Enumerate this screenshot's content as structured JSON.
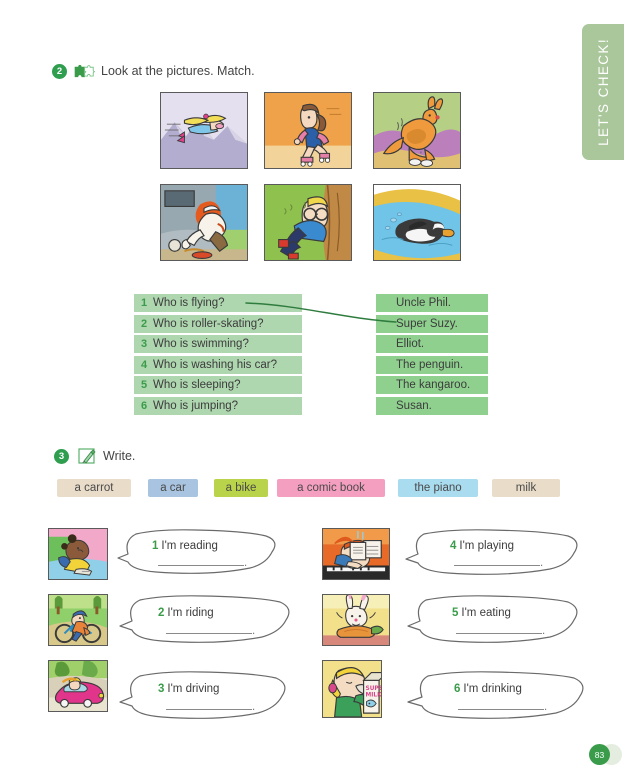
{
  "side_tab": {
    "label": "LET'S CHECK!",
    "color": "#a9c79a"
  },
  "page": {
    "number": "83",
    "badge_color": "#3a9c4a"
  },
  "exercise2": {
    "number": "2",
    "icon": "puzzle-piece-icon",
    "title": "Look at the pictures. Match.",
    "pictures": [
      {
        "name": "super-suzy-flying",
        "alt": "Superhero girl flying over mountains"
      },
      {
        "name": "girl-roller-skating",
        "alt": "Girl roller-skating"
      },
      {
        "name": "kangaroo-jumping",
        "alt": "Kangaroo jumping"
      },
      {
        "name": "man-washing-car",
        "alt": "Man washing his car"
      },
      {
        "name": "boy-sleeping",
        "alt": "Boy sleeping against a tree"
      },
      {
        "name": "penguin-swimming",
        "alt": "Penguin swimming in water"
      }
    ],
    "questions": [
      {
        "num": "1",
        "text": "Who is flying?"
      },
      {
        "num": "2",
        "text": "Who is roller-skating?"
      },
      {
        "num": "3",
        "text": "Who is swimming?"
      },
      {
        "num": "4",
        "text": "Who is washing his car?"
      },
      {
        "num": "5",
        "text": "Who is sleeping?"
      },
      {
        "num": "6",
        "text": "Who is jumping?"
      }
    ],
    "answers": [
      {
        "text": "Uncle Phil."
      },
      {
        "text": "Super Suzy."
      },
      {
        "text": "Elliot."
      },
      {
        "text": "The penguin."
      },
      {
        "text": "The kangaroo."
      },
      {
        "text": "Susan."
      }
    ],
    "drawn_match": {
      "from_question": "1",
      "to_answer": "Super Suzy.",
      "line_color": "#2f7d3e"
    }
  },
  "exercise3": {
    "number": "3",
    "icon": "pencil-write-icon",
    "title": "Write.",
    "word_bank": [
      {
        "label": "a carrot",
        "color": "#e9ddc9"
      },
      {
        "label": "a car",
        "color": "#a8c4e0"
      },
      {
        "label": "a bike",
        "color": "#b9d34a"
      },
      {
        "label": "a comic book",
        "color": "#f59fc0"
      },
      {
        "label": "the piano",
        "color": "#a9dcef"
      },
      {
        "label": "milk",
        "color": "#e9ddc9"
      }
    ],
    "items": [
      {
        "num": "1",
        "prompt": "I'm reading",
        "blank": "",
        "end": ".",
        "picture": "girl-reading-comic"
      },
      {
        "num": "2",
        "prompt": "I'm riding",
        "blank": "",
        "end": ".",
        "picture": "boy-riding-bike"
      },
      {
        "num": "3",
        "prompt": "I'm driving",
        "blank": "",
        "end": ".",
        "picture": "woman-driving-car"
      },
      {
        "num": "4",
        "prompt": "I'm playing",
        "blank": "",
        "end": ".",
        "picture": "person-playing-piano"
      },
      {
        "num": "5",
        "prompt": "I'm eating",
        "blank": "",
        "end": ".",
        "picture": "rabbit-eating-carrot"
      },
      {
        "num": "6",
        "prompt": "I'm drinking",
        "blank": "",
        "end": ".",
        "picture": "boy-drinking-milk"
      }
    ]
  }
}
